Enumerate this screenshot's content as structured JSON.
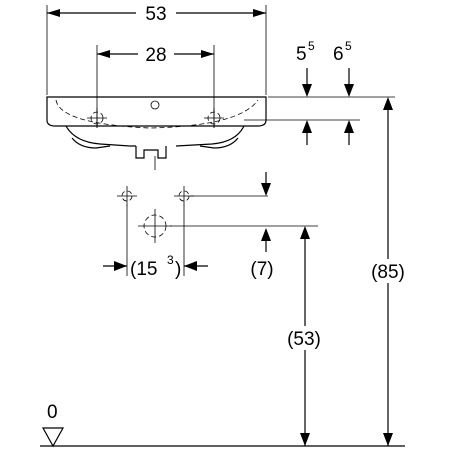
{
  "dimensions": {
    "overall_width": "53",
    "tap_spacing": "28",
    "rim_offset_1": {
      "base": "5",
      "sup": "5"
    },
    "rim_offset_2": {
      "base": "6",
      "sup": "5"
    },
    "waste_spacing": {
      "prefix": "(",
      "base": "15",
      "sup": "3",
      "suffix": ")"
    },
    "waste_drop": "(7)",
    "waste_height": "(53)",
    "rim_height": "(85)",
    "floor_level": "0"
  }
}
